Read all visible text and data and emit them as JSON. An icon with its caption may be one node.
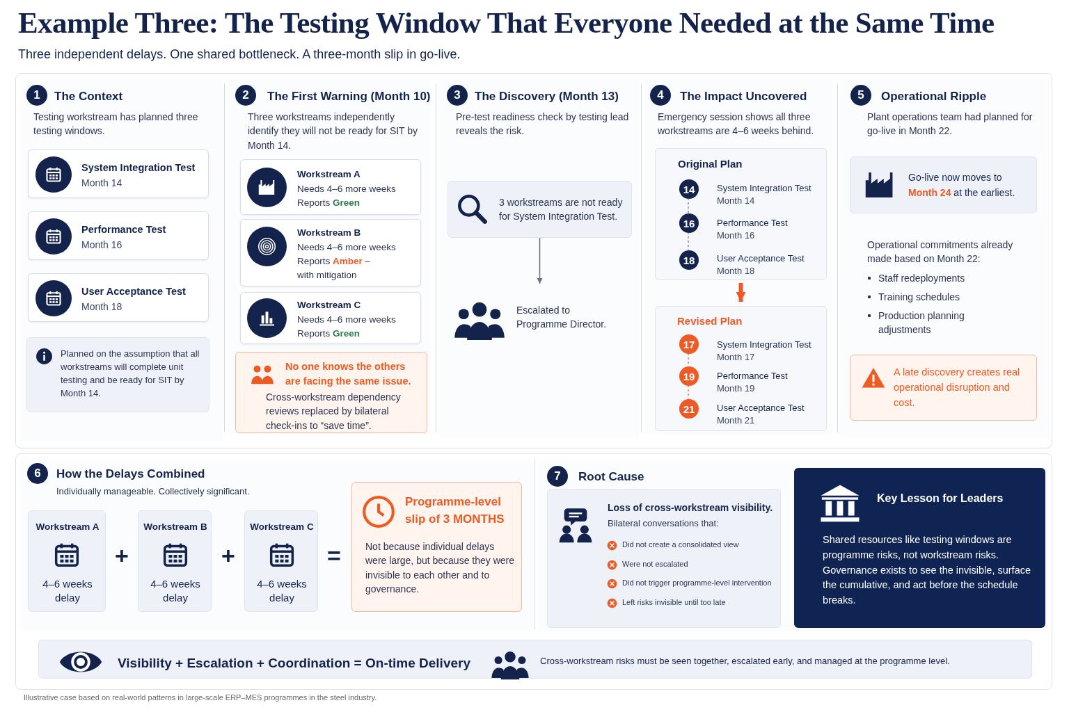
{
  "diagram": {
    "title": "Example Three: The Testing Window That Everyone Needed at the Same Time",
    "caption": "Illustrative case based on real-world patterns in large-scale ERP–MES programmes in the steel industry.",
    "nodes": [
      {
        "text": [
          "The Context",
          "Testing workstream has planned three testing windows."
        ]
      },
      {
        "text": [
          "1"
        ],
        "in": 0
      },
      {
        "text": [
          "System Integration Test",
          "Month 14"
        ],
        "in": 0
      },
      {
        "text": [
          "Performance Test",
          "Month 16"
        ],
        "in": 0
      },
      {
        "text": [
          "User Acceptance Test",
          "Month 18"
        ],
        "in": 0
      },
      {
        "text": [
          "Planned on the assumption that all workstreams will complete unit testing and be ready for SIT by Month 14."
        ],
        "in": 0
      },
      {
        "text": [
          "The First Warning (Month 10)",
          "Three workstreams independently identify they will not be ready for SIT by Month 14."
        ]
      },
      {
        "text": [
          "2"
        ],
        "in": 6
      },
      {
        "text": [
          "Workstream A",
          "Needs 4–6 more weeks",
          "Reports **Green**"
        ],
        "in": 6
      },
      {
        "text": [
          "Workstream B",
          "Needs 4–6 more weeks",
          "Reports **Amber** – with mitigation"
        ],
        "in": 6
      },
      {
        "text": [
          "Workstream C",
          "Needs 4–6 more weeks",
          "Reports **Green**"
        ],
        "in": 6
      },
      {
        "text": [
          "No one knows the others are facing the same issue.",
          "Cross-workstream dependency reviews replaced by bilateral check-ins to “save time”."
        ],
        "in": 6
      },
      {
        "text": [
          "The Discovery (Month 13)",
          "Pre-test readiness check by testing lead reveals the risk."
        ]
      },
      {
        "text": [
          "3"
        ],
        "in": 12
      },
      {
        "text": [
          "3 workstreams are not ready for System Integration Test."
        ],
        "in": 12
      },
      {
        "text": [
          "Escalated to Programme Director."
        ],
        "in": 12
      },
      {
        "text": [
          "The Impact Uncovered",
          "Emergency session shows all three workstreams are 4–6 weeks behind."
        ]
      },
      {
        "text": [
          "4"
        ],
        "in": 16
      },
      {
        "text": [
          "Original Plan"
        ],
        "in": 16
      },
      {
        "text": [
          "14"
        ],
        "in": 18,
        "beside": [
          "System Integration Test",
          "Month 14"
        ]
      },
      {
        "text": [
          "16"
        ],
        "in": 18,
        "beside": [
          "Performance Test",
          "Month 16"
        ]
      },
      {
        "text": [
          "18"
        ],
        "in": 18,
        "beside": [
          "User Acceptance Test",
          "Month 18"
        ]
      },
      {
        "text": [
          "Revised Plan"
        ],
        "in": 16
      },
      {
        "text": [
          "17"
        ],
        "in": 22,
        "beside": [
          "System Integration Test",
          "Month 17"
        ]
      },
      {
        "text": [
          "19"
        ],
        "in": 22,
        "beside": [
          "Performance Test",
          "Month 19"
        ]
      },
      {
        "text": [
          "21"
        ],
        "in": 22,
        "beside": [
          "User Acceptance Test",
          "Month 21"
        ]
      },
      {
        "text": [
          "Operational Ripple",
          "Plant operations team had planned for go-live in Month 22.",
          "Operational commitments already made based on Month 22:",
          "Staff redeployments",
          "Training schedules",
          "Production planning adjustments"
        ]
      },
      {
        "text": [
          "5"
        ],
        "in": 26
      },
      {
        "text": [
          "Go-live now moves to **Month 24** at the earliest."
        ],
        "in": 26
      },
      {
        "text": [
          "A late discovery creates real operational disruption and cost."
        ],
        "in": 26
      },
      {
        "text": [
          "How the Delays Combined",
          "Individually manageable. Collectively significant."
        ]
      },
      {
        "text": [
          "6"
        ],
        "in": 30
      },
      {
        "text": [
          "Workstream A",
          "4–6 weeks delay"
        ],
        "in": 30
      },
      {
        "text": [
          "Workstream B",
          "4–6 weeks delay"
        ],
        "in": 30
      },
      {
        "text": [
          "Workstream C",
          "4–6 weeks delay"
        ],
        "in": 30
      },
      {
        "text": [
          "Programme-level slip of **3 MONTHS**",
          "Not because individual delays were large, but because they were invisible to each other and to governance."
        ],
        "in": 30
      },
      {
        "text": [
          "Root Cause"
        ]
      },
      {
        "text": [
          "7"
        ],
        "in": 36
      },
      {
        "text": [
          "Loss of cross-workstream visibility.",
          "Bilateral conversations that:",
          "Did not create a consolidated view",
          "Were not escalated",
          "Did not trigger programme-level intervention",
          "Left risks invisible until too late"
        ],
        "in": 36
      },
      {
        "text": [
          "Key Lesson for Leaders",
          "Shared resources like testing windows are programme risks, not workstream risks. Governance exists to see the invisible, surface the cumulative, and act before the schedule breaks."
        ],
        "in": 36
      },
      {
        "text": [
          "Visibility + Escalation + Coordination = On-time Delivery",
          "Cross-workstream risks must be seen together, escalated early, and managed at the programme level."
        ]
      }
    ],
    "edges": [
      {
        "from": 14,
        "to": 15,
        "arrow": "to"
      },
      {
        "from": 19,
        "to": 20,
        "arrow": "none",
        "style": "dashed"
      },
      {
        "from": 20,
        "to": 21,
        "arrow": "none",
        "style": "dashed"
      },
      {
        "from": 18,
        "to": 22,
        "arrow": "to",
        "style": "thick",
        "color": "#ee5a24"
      },
      {
        "from": 23,
        "to": 24,
        "arrow": "none",
        "style": "dashed",
        "color": "#ee5a24"
      },
      {
        "from": 24,
        "to": 25,
        "arrow": "none",
        "style": "dashed",
        "color": "#ee5a24"
      }
    ],
    "labels": [
      "Three independent delays. One shared bottleneck. A three-month slip in go-live.",
      "+",
      "+",
      "="
    ]
  }
}
